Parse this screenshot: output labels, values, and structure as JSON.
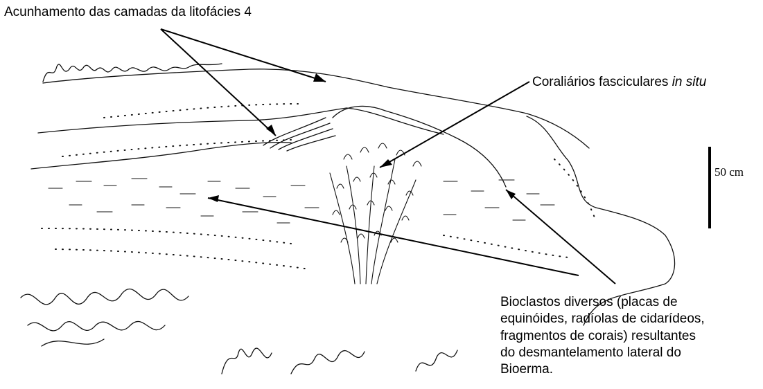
{
  "labels": {
    "wedge": "Acunhamento das camadas da litofácies 4",
    "corals_prefix": "Coraliários fasciculares ",
    "corals_italic": "in situ",
    "scale": "50 cm",
    "bioclasts": [
      "Bioclastos diversos (placas de",
      "equinóides, radíolas de cidarídeos,",
      "fragmentos de corais) resultantes",
      "do desmantelamento  lateral do",
      "Bioerma."
    ]
  },
  "colors": {
    "ink": "#000000",
    "paper": "#ffffff"
  }
}
